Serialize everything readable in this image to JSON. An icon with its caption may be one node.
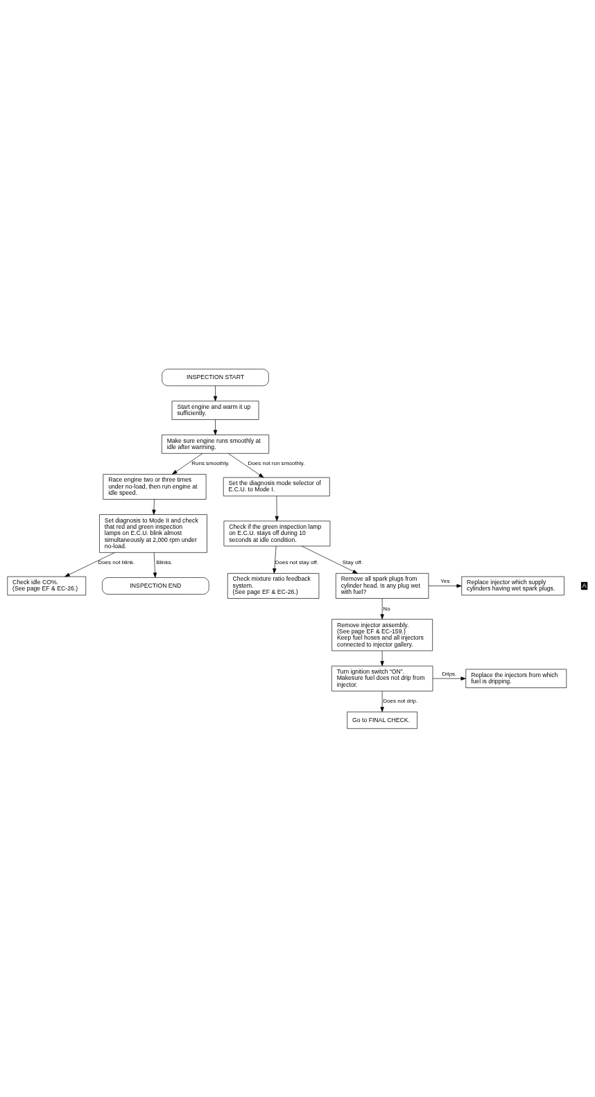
{
  "diagram": {
    "nodes": [
      {
        "text": [
          "INSPECTION START"
        ]
      },
      {
        "text": [
          "Start engine and warm it up sufficiently."
        ]
      },
      {
        "text": [
          "Make sure engine runs smoothly at idle after warming."
        ]
      },
      {
        "text": [
          "Race engine two or three times under no-load, then run engine at idle speed."
        ]
      },
      {
        "text": [
          "Set the diagnosis mode selector of E.C.U. to Mode I."
        ]
      },
      {
        "text": [
          "Check if the green inspection lamp on E.C.U. stays off during 10 seconds at idle condition."
        ]
      },
      {
        "text": [
          "Set diagnosis to Mode II and check that red and green inspection lamps on E.C.U. blink almost simultaneously at 2,000 rpm under no-load."
        ]
      },
      {
        "text": [
          "Check mixture ratio feedback system.",
          "(See page EF & EC-26.)"
        ]
      },
      {
        "text": [
          "Check idle CO%.",
          "(See page EF & EC-26.)"
        ]
      },
      {
        "text": [
          "INSPECTION END"
        ]
      },
      {
        "text": [
          "Remove all spark plugs from cylinder head. Is any plug wet with fuel?"
        ]
      },
      {
        "text": [
          "Replace injector which supply cylinders having wet spark plugs."
        ]
      },
      {
        "text": [
          "Remove injector assembly.",
          "(See page EF & EC-159.)",
          "Keep fuel hoses and all injectors connected to injector gallery."
        ]
      },
      {
        "text": [
          "Turn ignition switch “ON”.",
          "Makesure fuel does not drip from injector."
        ]
      },
      {
        "text": [
          "Replace the injectors from which fuel is dripping."
        ]
      },
      {
        "text": [
          "Go to FINAL CHECK."
        ]
      }
    ],
    "edges": [
      {
        "from": 0,
        "to": 1,
        "arrow": "to"
      },
      {
        "from": 1,
        "to": 2,
        "arrow": "to"
      },
      {
        "from": 2,
        "to": 3,
        "arrow": "to",
        "label": "Runs smoothly."
      },
      {
        "from": 2,
        "to": 4,
        "arrow": "to",
        "label": "Does not run smoothly."
      },
      {
        "from": 4,
        "to": 5,
        "arrow": "to"
      },
      {
        "from": 3,
        "to": 6,
        "arrow": "to"
      },
      {
        "from": 5,
        "to": 10,
        "arrow": "to",
        "label": "Stay off."
      },
      {
        "from": 5,
        "to": 7,
        "arrow": "to",
        "label": "Does not stay off."
      },
      {
        "from": 6,
        "to": 8,
        "arrow": "to",
        "label": "Does not blink."
      },
      {
        "from": 6,
        "to": 9,
        "arrow": "to",
        "label": "Blinks."
      },
      {
        "from": 10,
        "to": 11,
        "arrow": "to",
        "label": "Yes"
      },
      {
        "from": 10,
        "to": 12,
        "arrow": "to",
        "label": "No"
      },
      {
        "from": 12,
        "to": 13,
        "arrow": "to"
      },
      {
        "from": 13,
        "to": 14,
        "arrow": "to",
        "label": "Drips."
      },
      {
        "from": 13,
        "to": 15,
        "arrow": "to",
        "label": "Does not drip."
      }
    ],
    "labels": [
      "A"
    ]
  }
}
